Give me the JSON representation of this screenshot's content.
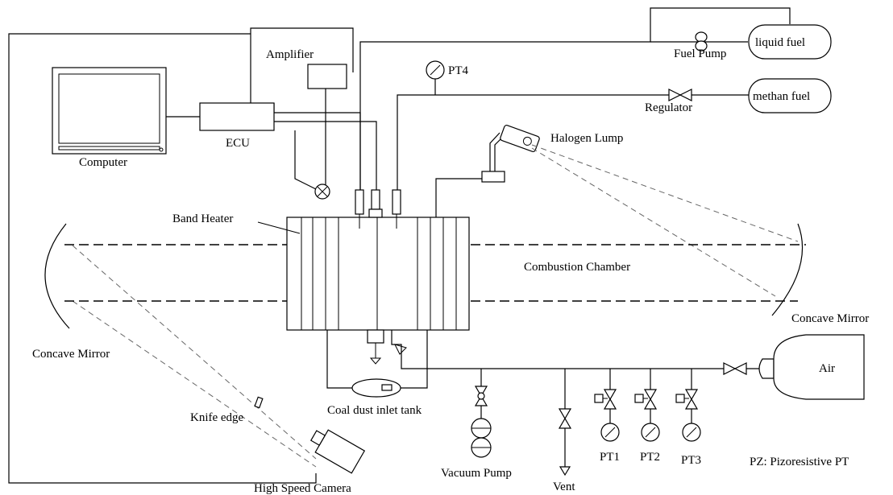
{
  "labels": {
    "amplifier": "Amplifier",
    "pt4": "PT4",
    "fuel_pump": "Fuel Pump",
    "liquid_fuel": "liquid fuel",
    "regulator": "Regulator",
    "methan_fuel": "methan fuel",
    "ecu": "ECU",
    "computer": "Computer",
    "halogen_lump": "Halogen Lump",
    "band_heater": "Band Heater",
    "combustion_chamber": "Combustion Chamber",
    "concave_mirror_right": "Concave Mirror",
    "concave_mirror_left": "Concave Mirror",
    "air": "Air",
    "coal_dust_inlet_tank": "Coal dust inlet tank",
    "knife_edge": "Knife edge",
    "pt1": "PT1",
    "pt2": "PT2",
    "pt3": "PT3",
    "pz_note": "PZ: Pizoresistive PT",
    "high_speed_camera": "High Speed Camera",
    "vacuum_pump": "Vacuum Pump",
    "vent": "Vent"
  }
}
